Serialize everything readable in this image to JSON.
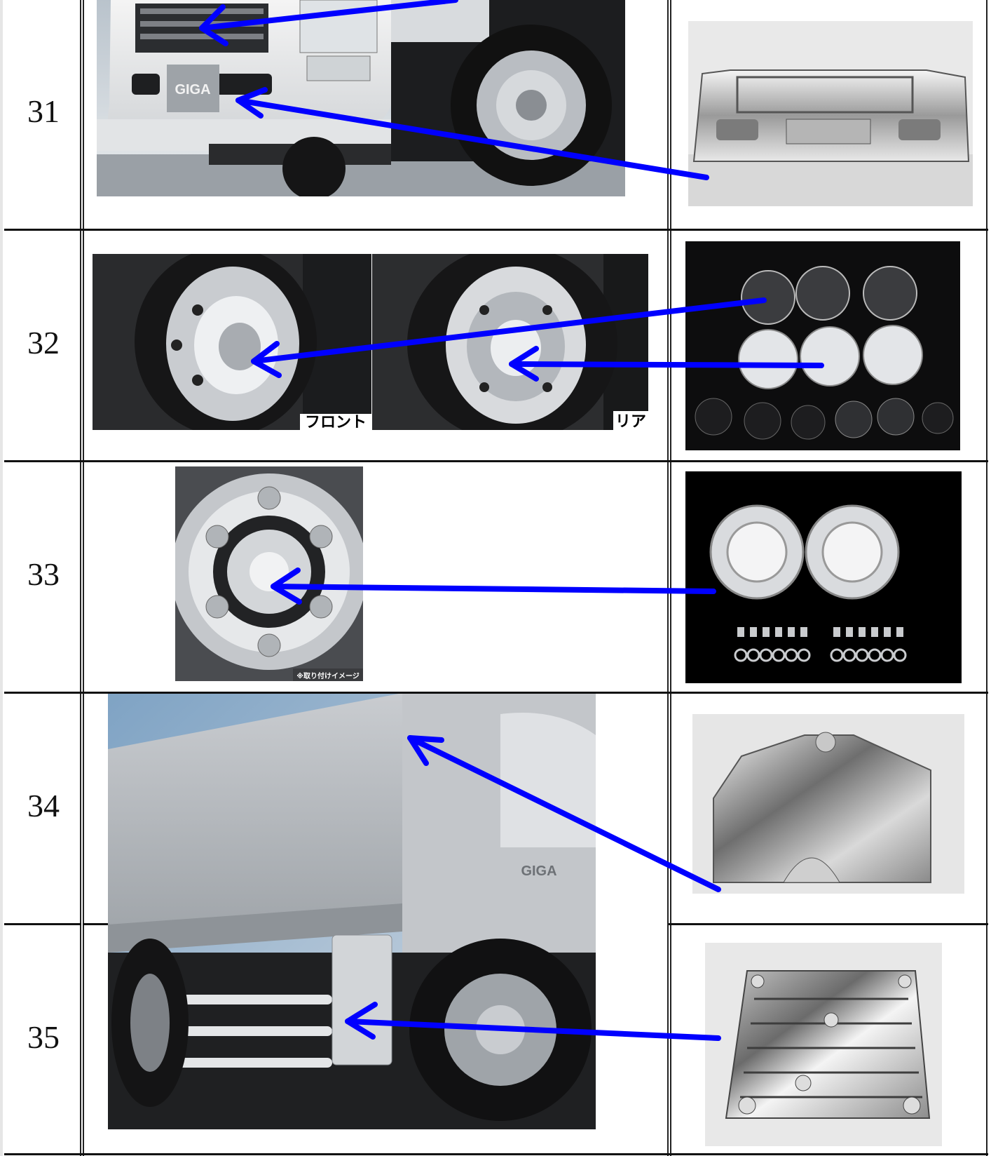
{
  "rows": [
    {
      "number": "31"
    },
    {
      "number": "32"
    },
    {
      "number": "33"
    },
    {
      "number": "34"
    },
    {
      "number": "35"
    }
  ],
  "photos": {
    "truck_front": {
      "emblem_text": "GIGA"
    },
    "wheel_front": {
      "caption": "フロント"
    },
    "wheel_rear": {
      "caption": "リア"
    },
    "wheel_hub": {
      "caption": "※取り付けイメージ"
    },
    "truck_side": {
      "emblem_text": "GIGA"
    }
  },
  "colors": {
    "arrow": "#0000ff",
    "grid": "#111111"
  }
}
